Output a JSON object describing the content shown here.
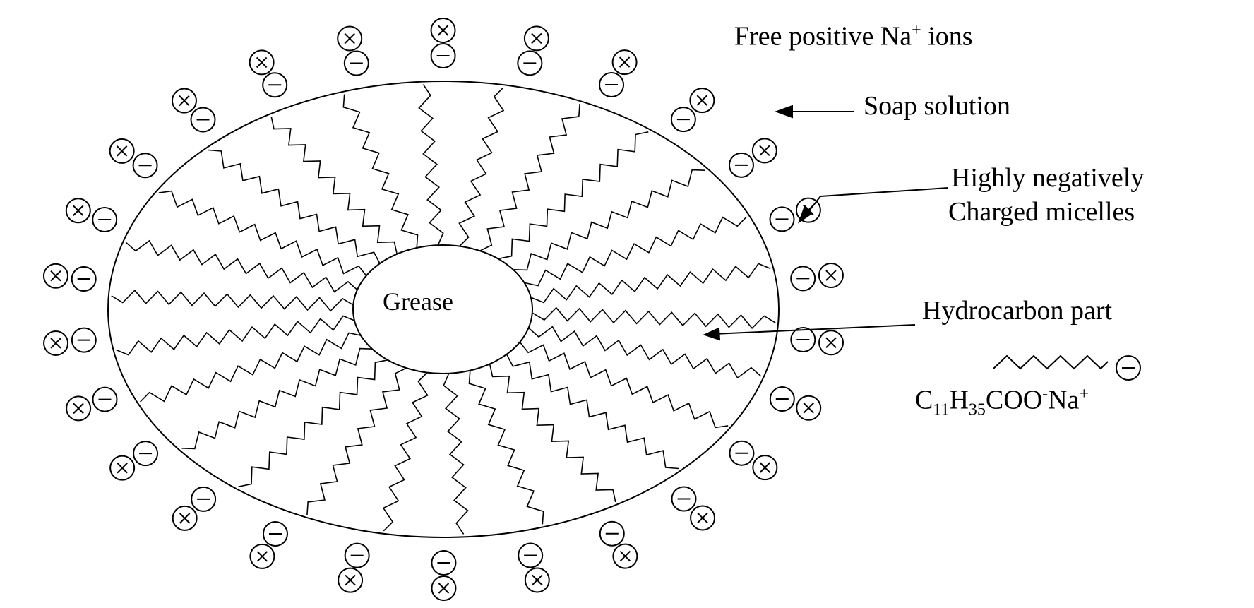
{
  "diagram": {
    "center_label": "Grease",
    "labels": {
      "free_ions": {
        "text": "Free positive Na",
        "sup": "+",
        "tail": " ions"
      },
      "soap_solution": "Soap solution",
      "micelles_line1": "Highly negatively",
      "micelles_line2": "Charged micelles",
      "hydrocarbon": "Hydrocarbon part",
      "formula": {
        "c": "C",
        "c_sub": "11",
        "h": "H",
        "h_sub": "35",
        "rest": "COO",
        "neg": "-",
        "na": "Na",
        "pos": "+"
      }
    },
    "legend_symbol": "soap molecule: hydrocarbon zigzag with negative head",
    "colors": {
      "line": "#000000",
      "background": "#ffffff"
    }
  }
}
